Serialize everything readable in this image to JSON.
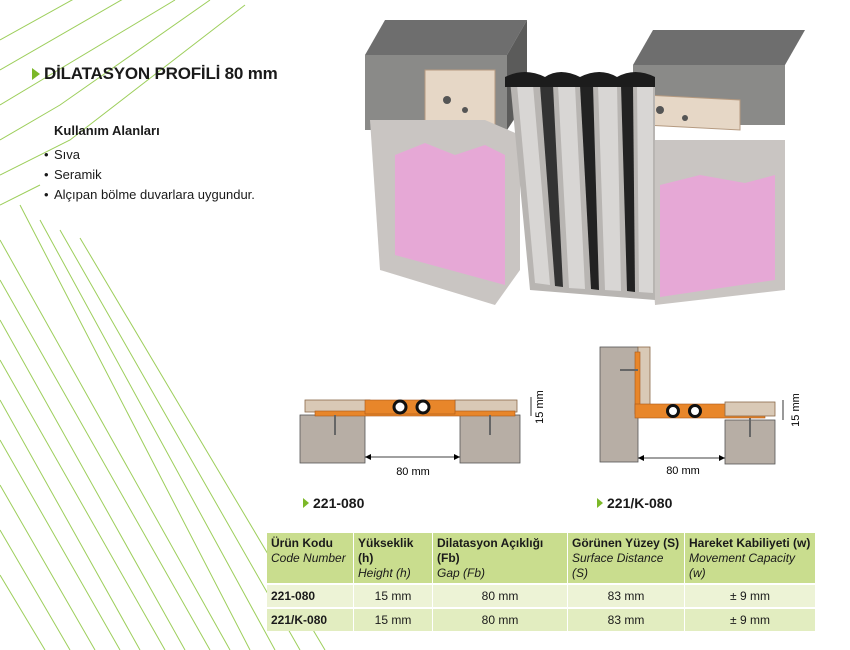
{
  "title": "DİLATASYON PROFİLİ 80 mm",
  "usage": {
    "heading": "Kullanım Alanları",
    "items": [
      "Sıva",
      "Seramik",
      "Alçıpan bölme duvarlara uygundur."
    ]
  },
  "diagrams": {
    "left": {
      "code": "221-080",
      "width_label": "80 mm",
      "height_label": "15 mm"
    },
    "right": {
      "code": "221/K-080",
      "width_label": "80 mm",
      "height_label": "15 mm"
    }
  },
  "table": {
    "headers": [
      {
        "tr": "Ürün Kodu",
        "en": "Code Number"
      },
      {
        "tr": "Yükseklik (h)",
        "en": "Height (h)"
      },
      {
        "tr": "Dilatasyon Açıklığı (Fb)",
        "en": "Gap (Fb)"
      },
      {
        "tr": "Görünen Yüzey (S)",
        "en": "Surface Distance (S)"
      },
      {
        "tr": "Hareket Kabiliyeti (w)",
        "en": "Movement Capacity (w)"
      }
    ],
    "rows": [
      [
        "221-080",
        "15 mm",
        "80 mm",
        "83 mm",
        "± 9 mm"
      ],
      [
        "221/K-080",
        "15 mm",
        "80 mm",
        "83 mm",
        "± 9 mm"
      ]
    ]
  },
  "colors": {
    "accent": "#7cb829",
    "header_bg": "#c9dd8e",
    "row_bg": "#edf3d6",
    "profile_orange": "#e8862a"
  }
}
